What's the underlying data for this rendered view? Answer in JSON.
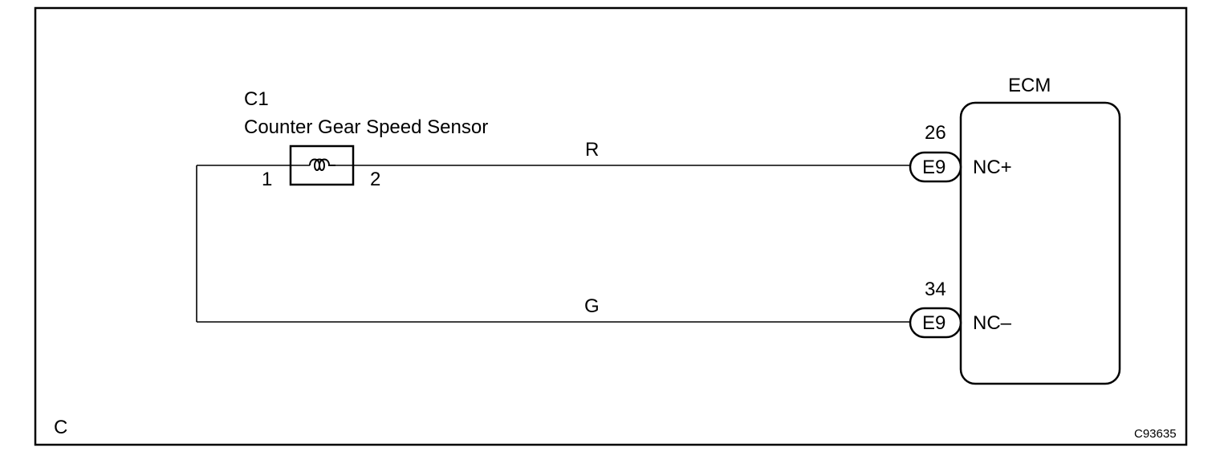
{
  "sensor": {
    "ref": "C1",
    "name": "Counter Gear Speed Sensor",
    "pin_left": "1",
    "pin_right": "2"
  },
  "wires": [
    {
      "color_code": "R"
    },
    {
      "color_code": "G"
    }
  ],
  "ecm": {
    "title": "ECM",
    "terminals": [
      {
        "pin": "26",
        "connector": "E9",
        "signal": "NC+"
      },
      {
        "pin": "34",
        "connector": "E9",
        "signal": "NC–"
      }
    ]
  },
  "footer": {
    "section": "C",
    "figure_id": "C93635"
  }
}
